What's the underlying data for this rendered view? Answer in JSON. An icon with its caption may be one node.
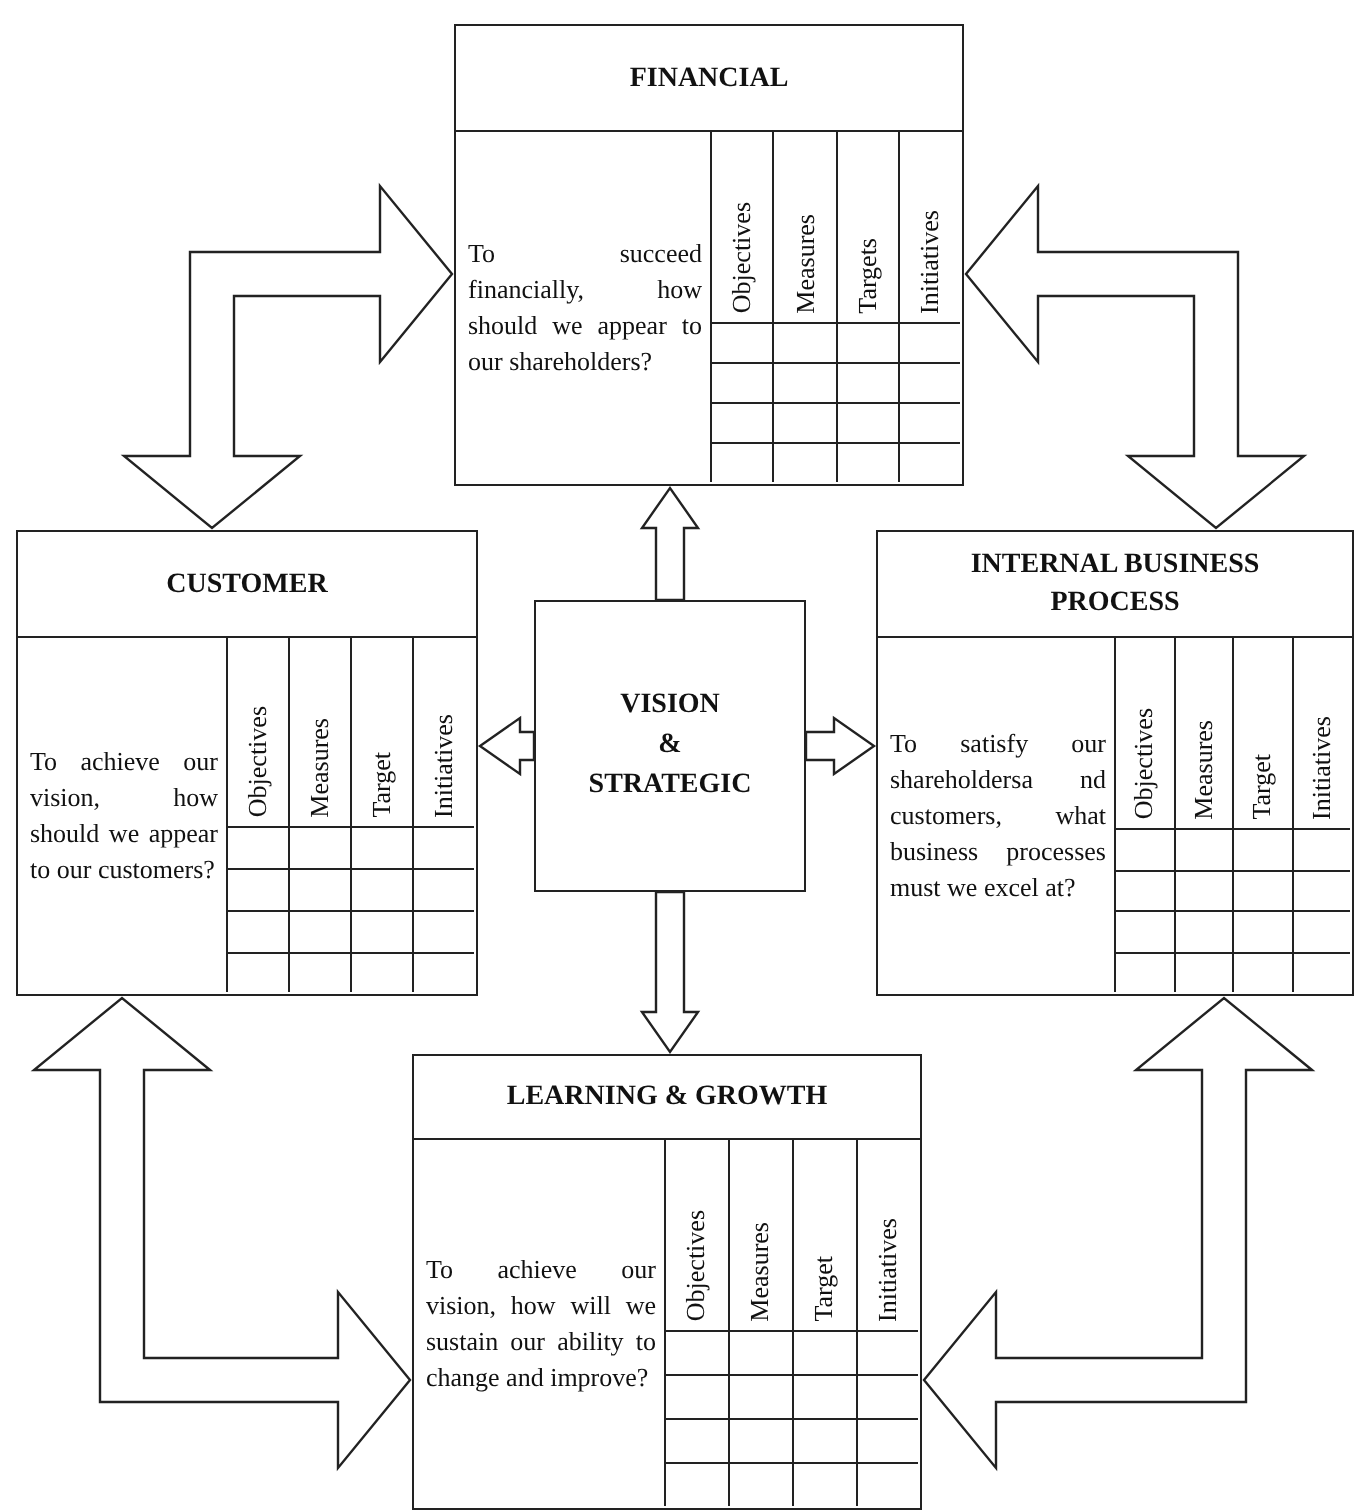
{
  "diagram": {
    "nodes": [
      {
        "text": [
          "FINANCIAL",
          "To succeed financially, how should we appear to our shareholders?",
          "Objectives",
          "Measures",
          "Targets",
          "Initiatives"
        ]
      },
      {
        "text": [
          "CUSTOMER",
          "To achieve our vision, how should we appear to our customers?",
          "Objectives",
          "Measures",
          "Target",
          "Initiatives"
        ]
      },
      {
        "text": [
          "VISION & STRATEGIC"
        ]
      },
      {
        "text": [
          "INTERNAL BUSINESS PROCESS",
          "To satisfy our shareholdersa nd customers, what business processes must we excel at?",
          "Objectives",
          "Measures",
          "Target",
          "Initiatives"
        ]
      },
      {
        "text": [
          "LEARNING & GROWTH",
          "To achieve our vision, how will we sustain our ability to change and improve?",
          "Objectives",
          "Measures",
          "Target",
          "Initiatives"
        ]
      }
    ],
    "edges": [
      {
        "from": 2,
        "to": 0,
        "arrow": "to"
      },
      {
        "from": 2,
        "to": 1,
        "arrow": "to"
      },
      {
        "from": 2,
        "to": 3,
        "arrow": "to"
      },
      {
        "from": 2,
        "to": 4,
        "arrow": "to"
      },
      {
        "from": 0,
        "to": 1,
        "arrow": "both"
      },
      {
        "from": 0,
        "to": 3,
        "arrow": "both"
      },
      {
        "from": 1,
        "to": 4,
        "arrow": "both"
      },
      {
        "from": 3,
        "to": 4,
        "arrow": "both"
      }
    ]
  }
}
